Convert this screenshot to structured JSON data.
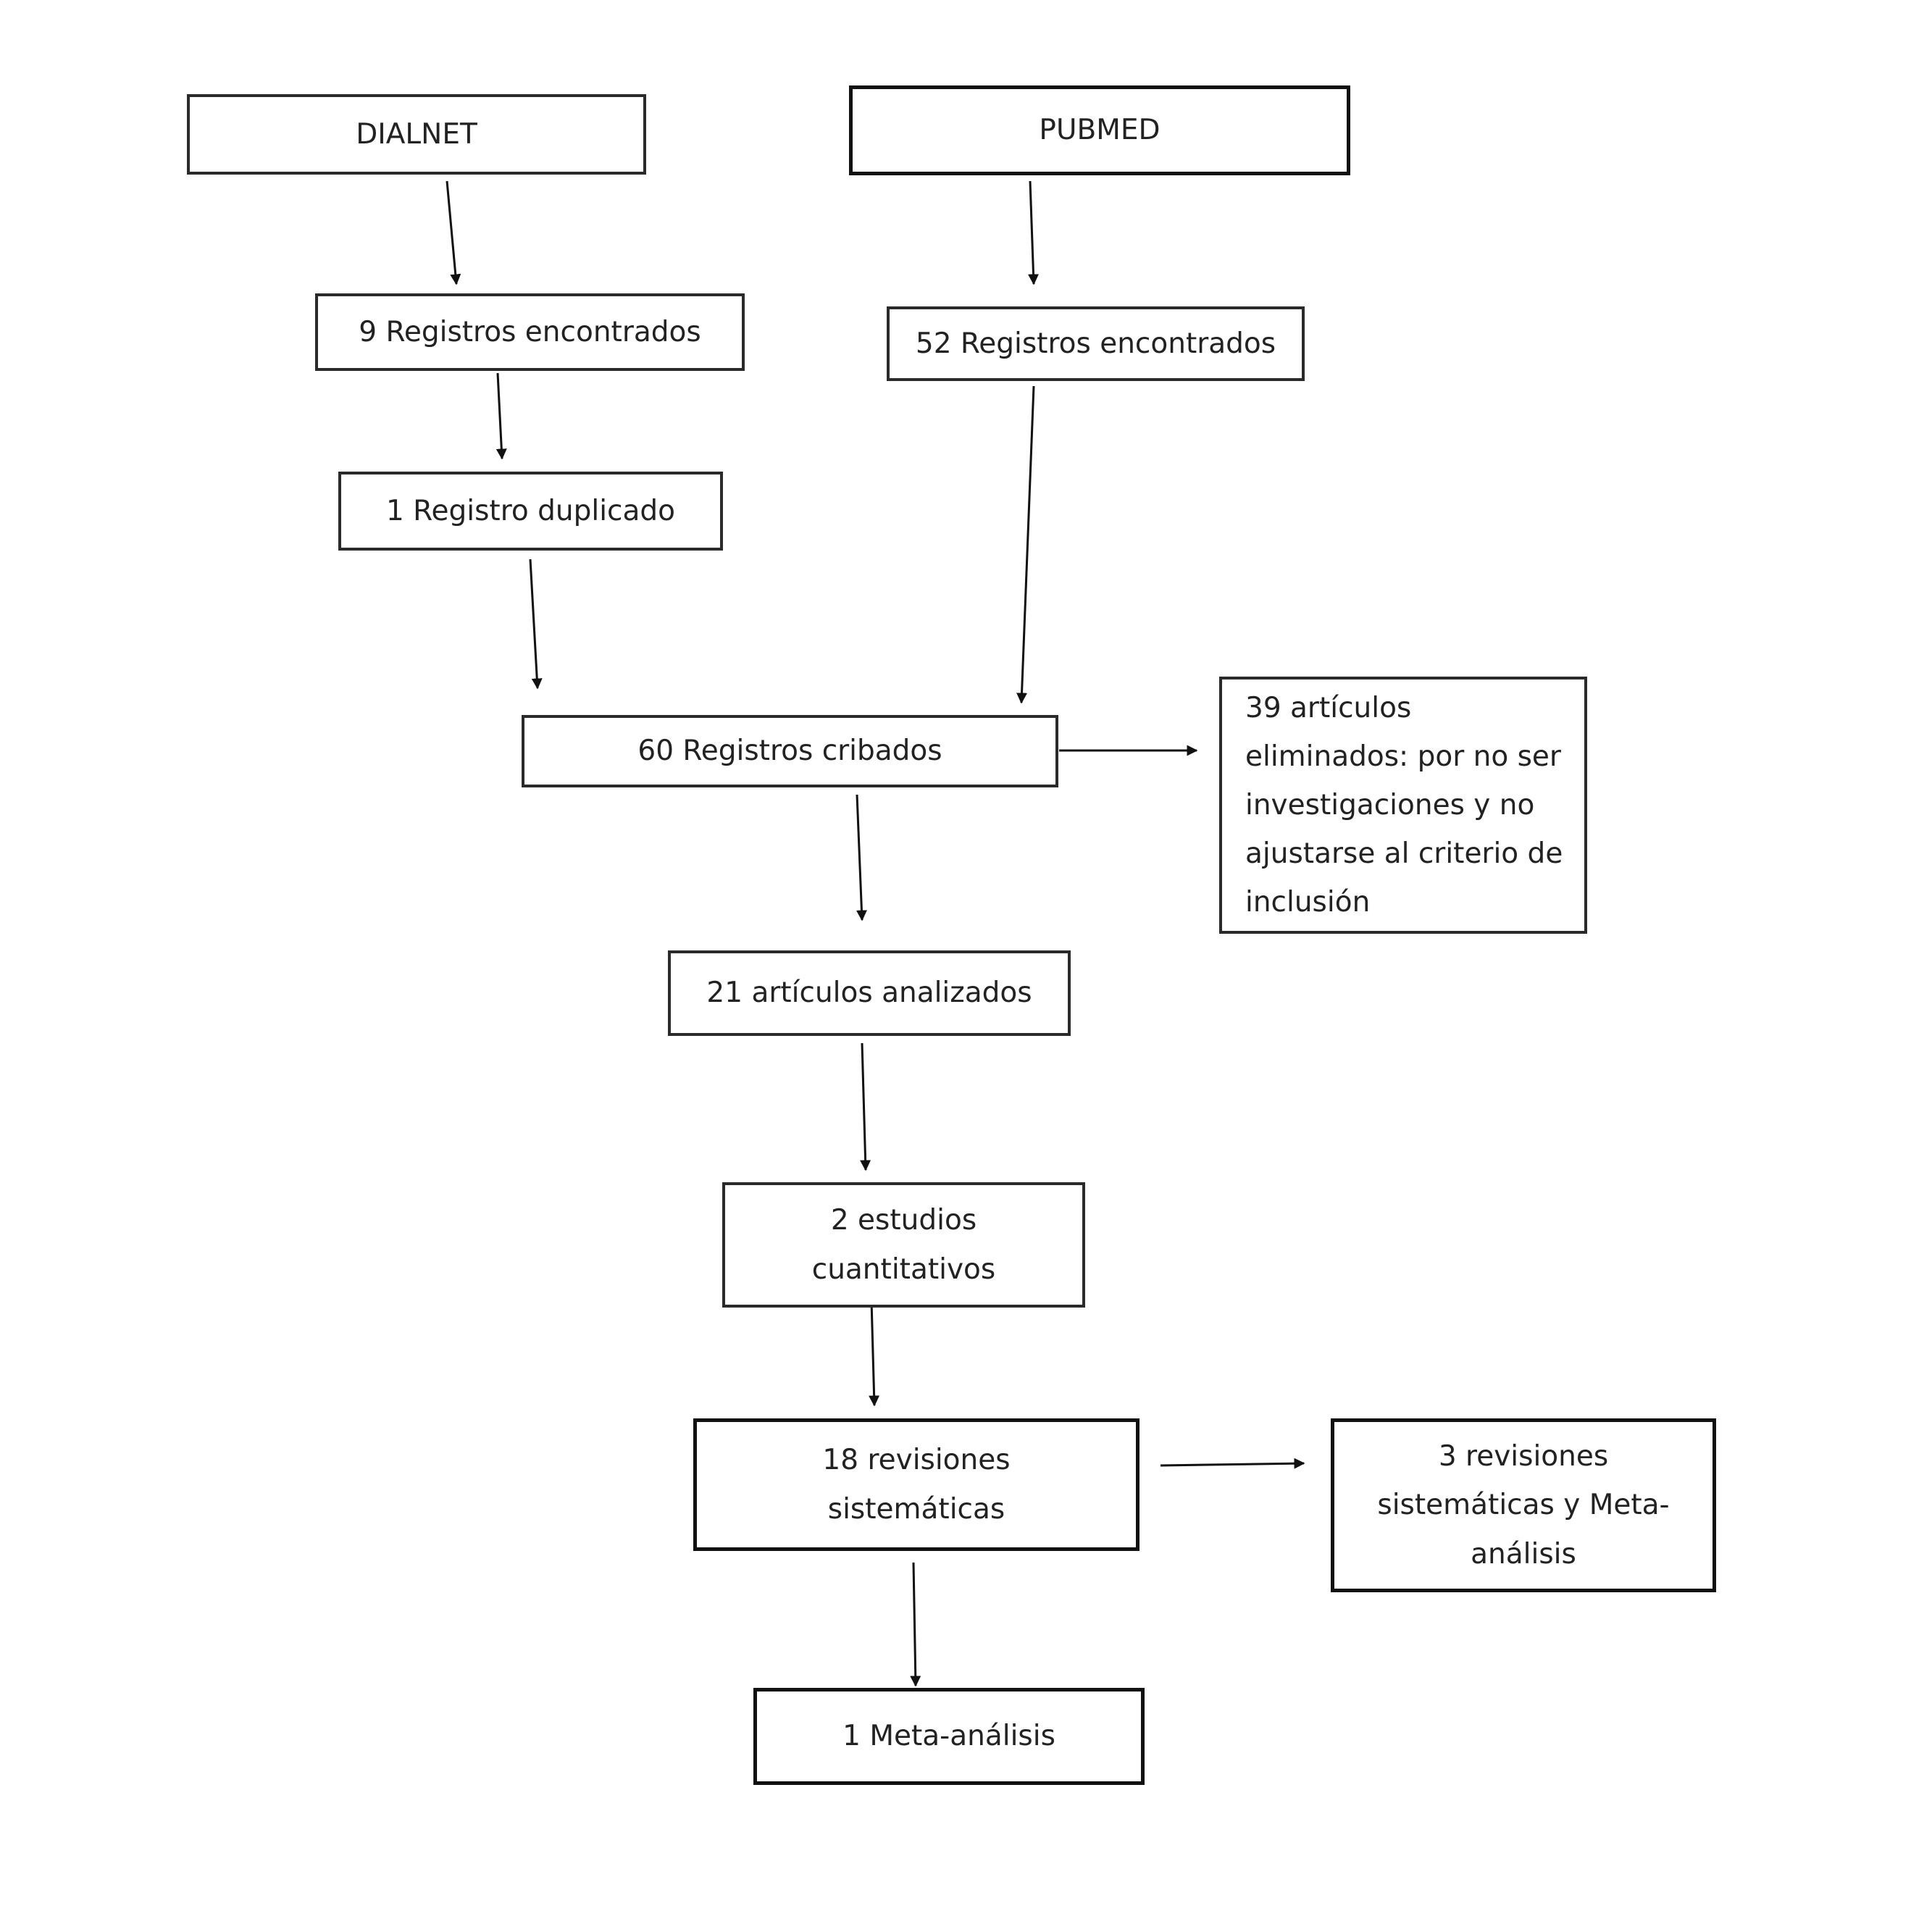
{
  "diagram": {
    "boxes": {
      "dialnet": {
        "lines": [
          "DIALNET"
        ]
      },
      "pubmed": {
        "lines": [
          "PUBMED"
        ]
      },
      "dialnet_found": {
        "lines": [
          "9 Registros encontrados"
        ]
      },
      "pubmed_found": {
        "lines": [
          "52 Registros encontrados"
        ]
      },
      "duplicate": {
        "lines": [
          "1 Registro duplicado"
        ]
      },
      "screened": {
        "lines": [
          "60 Registros cribados"
        ]
      },
      "excluded": {
        "lines": [
          "39 artículos",
          "eliminados: por no ser",
          "investigaciones y no",
          "ajustarse al criterio de",
          "inclusión"
        ]
      },
      "analyzed": {
        "lines": [
          "21 artículos analizados"
        ]
      },
      "quantitative": {
        "lines": [
          "2 estudios",
          "cuantitativos"
        ]
      },
      "systematic": {
        "lines": [
          "18 revisiones",
          "sistemáticas"
        ]
      },
      "sr_meta": {
        "lines": [
          "3 revisiones",
          "sistemáticas y Meta-",
          "análisis"
        ]
      },
      "meta": {
        "lines": [
          "1 Meta-análisis"
        ]
      }
    },
    "edges": [
      {
        "from": "DIALNET",
        "to": "9 Registros encontrados"
      },
      {
        "from": "PUBMED",
        "to": "52 Registros encontrados"
      },
      {
        "from": "9 Registros encontrados",
        "to": "1 Registro duplicado"
      },
      {
        "from": "1 Registro duplicado",
        "to": "60 Registros cribados"
      },
      {
        "from": "52 Registros encontrados",
        "to": "60 Registros cribados"
      },
      {
        "from": "60 Registros cribados",
        "to": "39 artículos eliminados"
      },
      {
        "from": "60 Registros cribados",
        "to": "21 artículos analizados"
      },
      {
        "from": "21 artículos analizados",
        "to": "2 estudios cuantitativos"
      },
      {
        "from": "2 estudios cuantitativos",
        "to": "18 revisiones sistemáticas"
      },
      {
        "from": "18 revisiones sistemáticas",
        "to": "3 revisiones sistemáticas y Meta-análisis"
      },
      {
        "from": "18 revisiones sistemáticas",
        "to": "1 Meta-análisis"
      }
    ]
  }
}
